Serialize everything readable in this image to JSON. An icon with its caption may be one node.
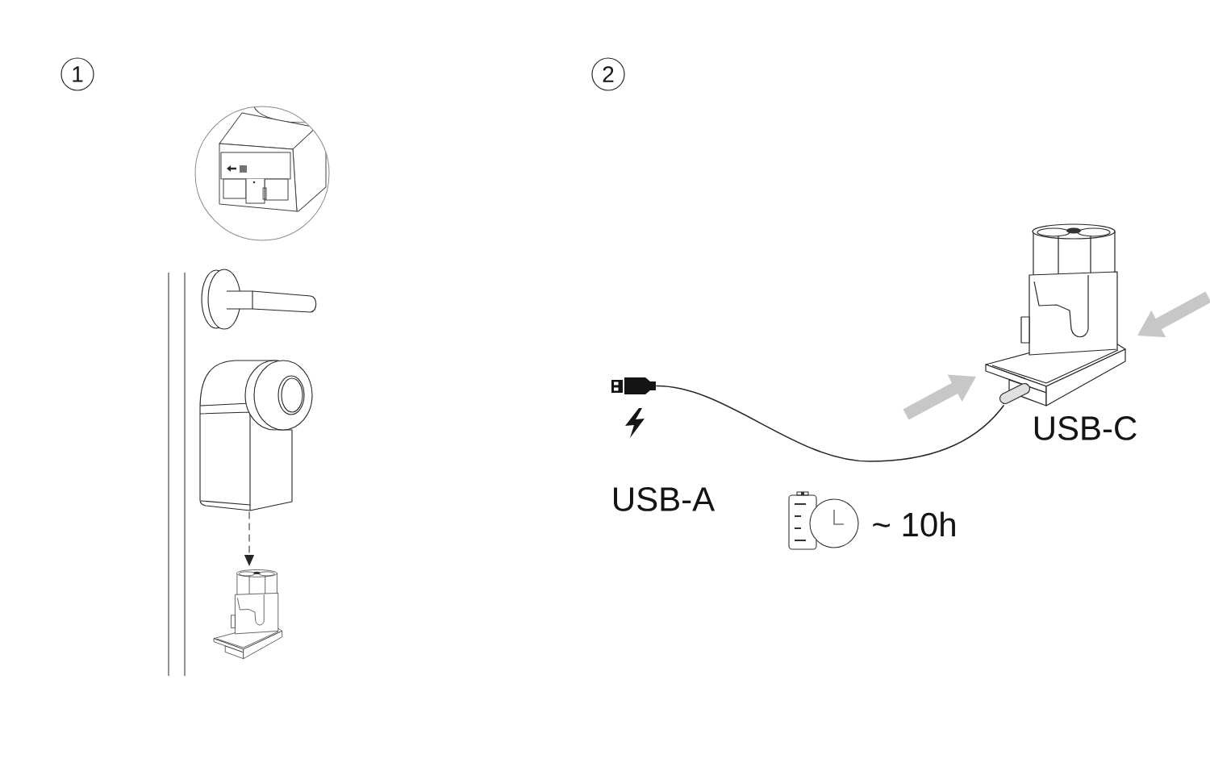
{
  "diagram": {
    "nodes": [
      {
        "text": [
          "1"
        ]
      },
      {
        "text": [],
        "shape": "picture"
      },
      {
        "text": [],
        "shape": "picture"
      },
      {
        "text": [
          "2"
        ]
      },
      {
        "text": [],
        "shape": "plug",
        "beside": [
          "USB-A"
        ]
      },
      {
        "text": [],
        "shape": "picture",
        "beside": [
          "USB-C"
        ]
      }
    ],
    "edges": [
      {
        "from": 1,
        "to": 2,
        "arrow": "to",
        "style": "dashed"
      },
      {
        "from": 4,
        "to": 5,
        "arrow": "none"
      }
    ],
    "labels": [
      "~ 10h"
    ]
  }
}
